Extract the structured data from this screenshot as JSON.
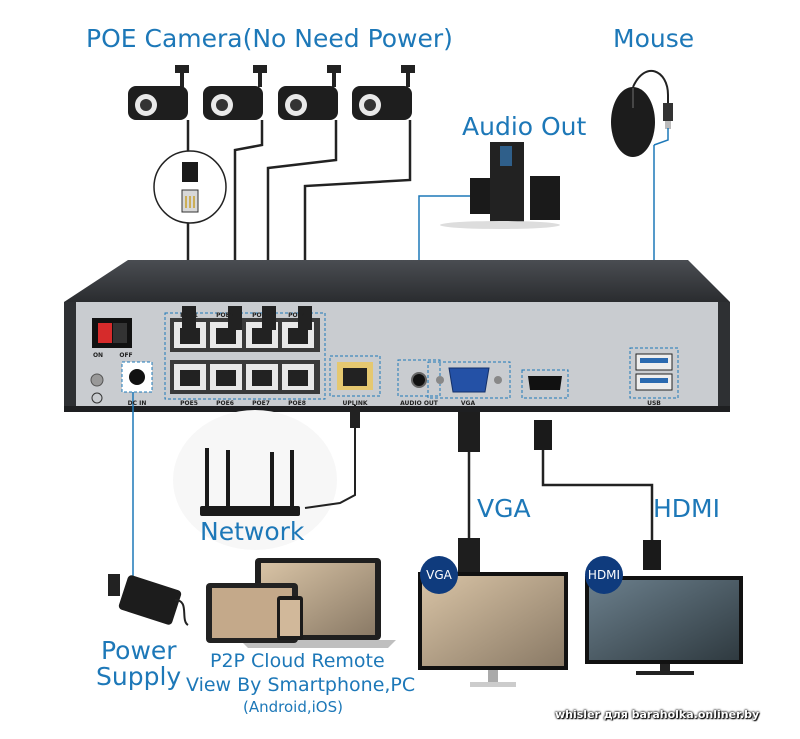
{
  "labels": {
    "poe_camera": "POE Camera(No Need Power)",
    "mouse": "Mouse",
    "audio_out": "Audio Out",
    "network": "Network",
    "vga": "VGA",
    "hdmi": "HDMI",
    "power_line1": "Power",
    "power_line2": "Supply",
    "p2p_line1": "P2P Cloud Remote",
    "p2p_line2": "View By Smartphone,PC",
    "p2p_line3": "(Android,iOS)"
  },
  "panel_labels": {
    "on": "ON",
    "off": "OFF",
    "dc_in": "DC IN",
    "poe_top": [
      "POE1",
      "POE2",
      "POE3",
      "POE4"
    ],
    "poe_bottom": [
      "POE5",
      "POE6",
      "POE7",
      "POE8"
    ],
    "uplink": "UPLINK",
    "audio_out_port": "AUDIO OUT",
    "vga_port": "VGA",
    "usb": "USB"
  },
  "monitor_badges": {
    "vga": "VGA",
    "hdmi": "HDMI"
  },
  "watermark": "whisler для baraholka.onliner.by",
  "colors": {
    "label_blue": "#1d78b8",
    "badge_navy": "#0f3b7d",
    "nvr_body": "#2e3033",
    "panel_grey": "#c9ccd0"
  }
}
